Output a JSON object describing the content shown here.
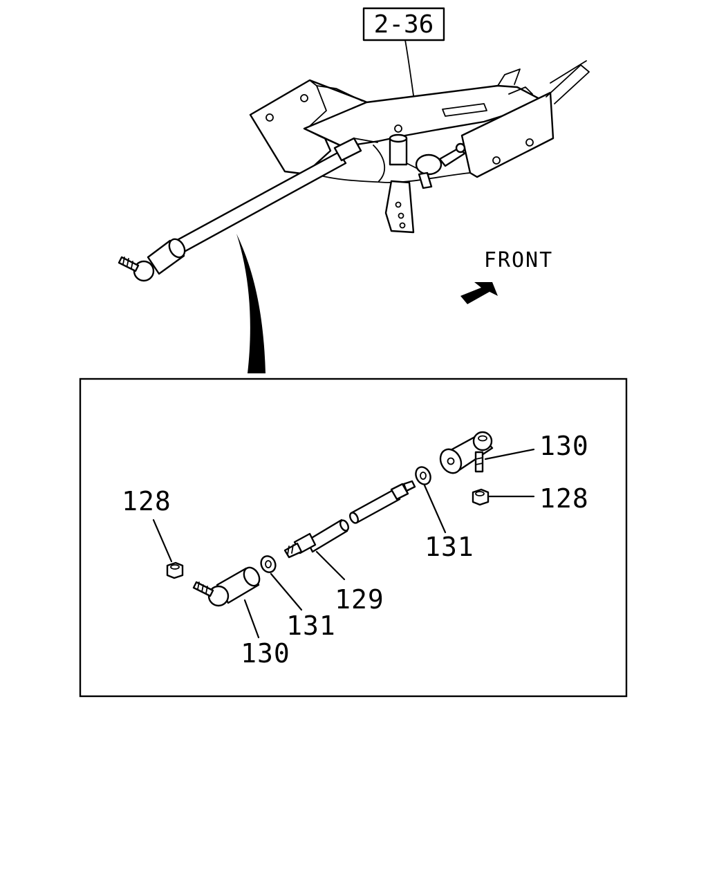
{
  "reference_box": {
    "text": "2-36"
  },
  "direction": {
    "text": "FRONT"
  },
  "callouts": {
    "left_nut": "128",
    "right_nut": "128",
    "rod": "129",
    "left_ball_joint": "130",
    "right_ball_joint": "130",
    "left_lock_nut": "131",
    "right_lock_nut": "131"
  }
}
